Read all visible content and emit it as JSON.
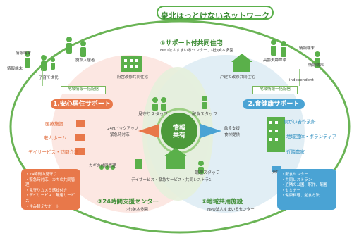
{
  "title": "泉北ほっとけないネットワーク",
  "corners": {
    "left_top": "情報端末",
    "left_mid": "情報端末",
    "left_family": "子育て世代",
    "left_elder": "施設入居者",
    "right_top": "情報端末",
    "right_mid": "情報端末",
    "right_elder": "高齢夫婦世帯",
    "right_single": "independent",
    "left_share": "地域情報一括配信",
    "right_share": "地域情報一括配信"
  },
  "top_circle": {
    "heading": "①サポート付共同住宅",
    "sub": "NPO法人すまいるセンター、(社)美木多園",
    "left_building": "府営改修共同住宅",
    "right_building": "戸建て改修共同住宅"
  },
  "left_circle": {
    "heading": "1.安心居住サポート",
    "items": [
      "医療施設",
      "老人ホーム",
      "デイサービス・訪問介護"
    ],
    "bottom_label": "カギの共同管理",
    "center_arrow": [
      "24Hバックアップ",
      "緊急時対応"
    ]
  },
  "right_circle": {
    "heading": "2.食健康サポート",
    "items": [
      "泉がい者作業所",
      "地域団体・ボランティア",
      "近隣農家"
    ],
    "bottom_label": "畑地",
    "center_arrow": [
      "飲食支援",
      "食材提供"
    ]
  },
  "center": {
    "hub": "情報共有",
    "staff_left": "見守りスタッフ",
    "staff_right": "配食スタッフ",
    "staff_bottom": "調理スタッフ",
    "facility": "デイサービス・緊急サービス・共同レストラン"
  },
  "left_box": {
    "lines": [
      "・24時間の見守り",
      "・緊急時対応、カギの共同管理",
      "・見守りカメラ感知付き",
      "・デイサービス・無速サービス",
      "・住み替えサポート"
    ]
  },
  "right_box": {
    "lines": [
      "・配食センター",
      "・共同レストラン",
      "・近隣の公園、駅作、菜園",
      "・セミナー",
      "・健康料理、勉食方法"
    ]
  },
  "bottom_left": {
    "heading": "③24時間支援センター",
    "sub": "(社)美木多園"
  },
  "bottom_right": {
    "heading": "②地域共用施設",
    "sub": "NPO法人すまいるセンター"
  },
  "colors": {
    "green": "#5ab04a",
    "orange": "#e8784a",
    "blue": "#4aa3d4",
    "pink_fill": "#fbe3dd",
    "blue_fill": "#dcebf3",
    "center_fill": "#dcefd2"
  }
}
